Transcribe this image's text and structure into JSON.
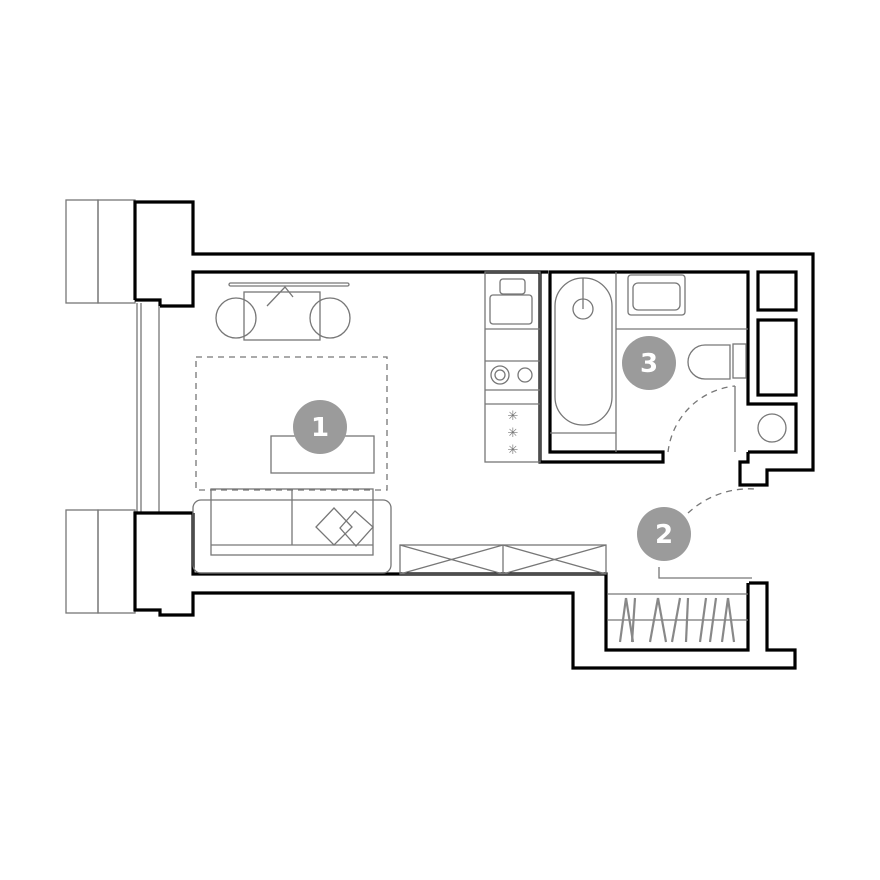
{
  "plan": {
    "rooms": [
      {
        "id": "living-room",
        "label": "1"
      },
      {
        "id": "hallway",
        "label": "2"
      },
      {
        "id": "bathroom",
        "label": "3"
      }
    ],
    "colors": {
      "wall": "#000000",
      "furniture": "#777777",
      "badge": "#9b9b9b",
      "badge_text": "#ffffff"
    }
  }
}
